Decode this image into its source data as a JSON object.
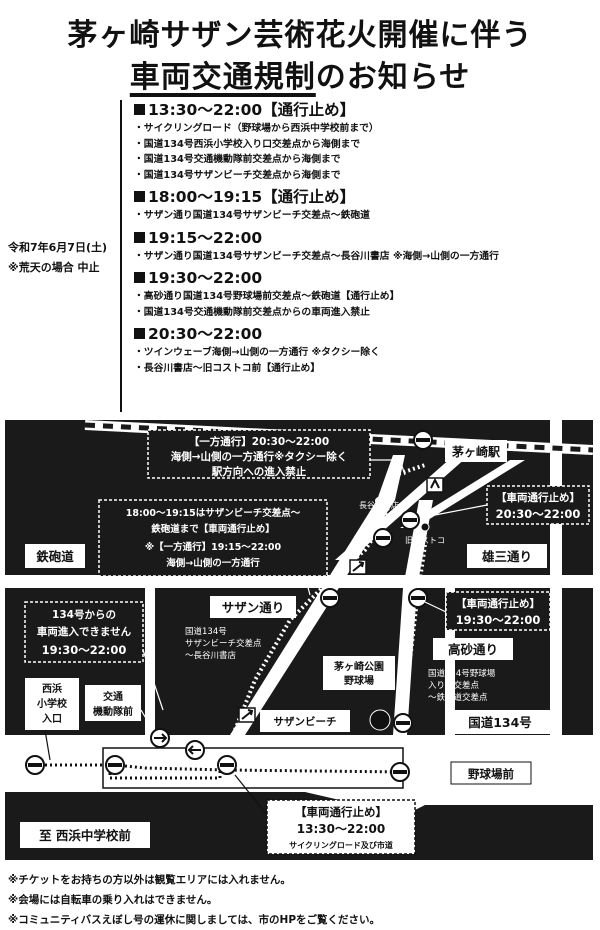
{
  "header": {
    "title_line1": "茅ヶ崎サザン芸術花火開催に伴う",
    "title_line2_underlined": "車両交通規制",
    "title_line2_rest": "のお知らせ"
  },
  "event": {
    "date": "令和7年6月7日(土)",
    "weather_note": "※荒天の場合 中止"
  },
  "schedule": [
    {
      "heading": "13:30〜22:00【通行止め】",
      "items": [
        "・サイクリングロード（野球場から西浜中学校前まで）",
        "・国道134号西浜小学校入り口交差点から海側まで",
        "・国道134号交通機動隊前交差点から海側まで",
        "・国道134号サザンビーチ交差点から海側まで"
      ]
    },
    {
      "heading": "18:00〜19:15【通行止め】",
      "items": [
        "・サザン通り国道134号サザンビーチ交差点〜鉄砲道"
      ]
    },
    {
      "heading": "19:15〜22:00",
      "items": [
        "・サザン通り国道134号サザンビーチ交差点〜長谷川書店 ※海側→山側の一方通行"
      ]
    },
    {
      "heading": "19:30〜22:00",
      "items": [
        "・高砂通り国道134号野球場前交差点〜鉄砲道【通行止め】",
        "・国道134号交通機動隊前交差点からの車両進入禁止"
      ]
    },
    {
      "heading": "20:30〜22:00",
      "items": [
        "・ツインウェーブ海側→山側の一方通行 ※タクシー除く",
        "・長谷川書店〜旧コストコ前【通行止め】"
      ]
    }
  ],
  "map": {
    "box_oneway_top": [
      "【一方通行】20:30〜22:00",
      "海側→山側の一方通行※タクシー除く",
      "駅方向への進入禁止"
    ],
    "station": "茅ヶ崎駅",
    "box_closed_right_top": [
      "【車両通行止め】",
      "20:30〜22:00"
    ],
    "hasegawa": "長谷川書店",
    "old_costco": "旧コストコ",
    "box_center_left": [
      "18:00〜19:15はサザンビーチ交差点〜",
      "鉄砲道まで【車両通行止め】",
      "※【一方通行】19:15〜22:00",
      "海側→山側の一方通行"
    ],
    "teppodo": "鉄砲道",
    "yuzo_dori": "雄三通り",
    "southern_dori": "サザン通り",
    "box_closed_right_mid": [
      "【車両通行止め】",
      "19:30〜22:00"
    ],
    "box_134_entry": [
      "134号からの",
      "車両進入できません",
      "19:30〜22:00"
    ],
    "route134_southern": [
      "国道134号",
      "サザンビーチ交差点",
      "〜長谷川書店"
    ],
    "takasago_dori": "高砂通り",
    "park_stadium": [
      "茅ヶ崎公園",
      "野球場"
    ],
    "route134_stadium": [
      "国道134号野球場",
      "入り口交差点",
      "〜鉄砲道交差点"
    ],
    "nishihama_sho": [
      "西浜",
      "小学校",
      "入口"
    ],
    "kotsu_kidotai": [
      "交通",
      "機動隊前"
    ],
    "southern_beach": "サザンビーチ",
    "route134": "国道134号",
    "stadium_mae": "野球場前",
    "to_nishihama_chu": "至 西浜中学校前",
    "box_closed_bottom": [
      "【車両通行止め】",
      "13:30〜22:00",
      "サイクリングロード及び市道"
    ]
  },
  "notes": [
    "※チケットをお持ちの方以外は観覧エリアには入れません。",
    "※会場には自転車の乗り入れはできません。",
    "※コミュニティバスえぼし号の運休に関しましては、市のHPをご覧ください。"
  ]
}
